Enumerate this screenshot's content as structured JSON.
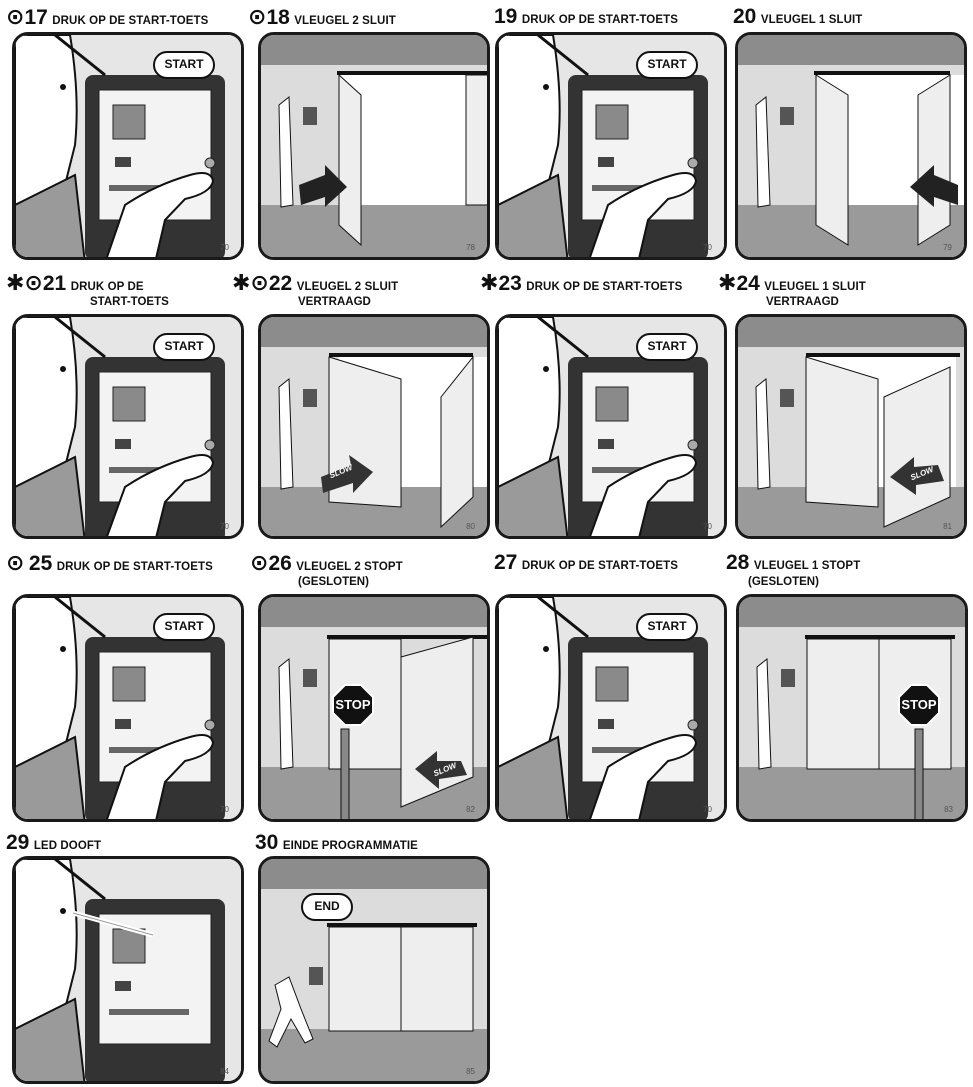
{
  "steps": [
    {
      "marks": "⊙",
      "num": "17",
      "text": "DRUK OP DE START-TOETS",
      "line2": "",
      "panel": "70",
      "bubble": "START"
    },
    {
      "marks": "⊙",
      "num": "18",
      "text": "VLEUGEL 2 SLUIT",
      "line2": "",
      "panel": "78"
    },
    {
      "marks": "",
      "num": "19",
      "text": "DRUK OP DE START-TOETS",
      "line2": "",
      "panel": "70",
      "bubble": "START"
    },
    {
      "marks": "",
      "num": "20",
      "text": "VLEUGEL 1 SLUIT",
      "line2": "",
      "panel": "79"
    },
    {
      "marks": "✱⊙",
      "num": "21",
      "text": "DRUK OP DE",
      "line2": "START-TOETS",
      "panel": "70",
      "bubble": "START"
    },
    {
      "marks": "✱⊙",
      "num": "22",
      "text": "VLEUGEL 2 SLUIT",
      "line2": "VERTRAAGD",
      "panel": "80",
      "arrow": "SLOW"
    },
    {
      "marks": "✱",
      "num": "23",
      "text": "DRUK OP DE START-TOETS",
      "line2": "",
      "panel": "70",
      "bubble": "START"
    },
    {
      "marks": "✱",
      "num": "24",
      "text": "VLEUGEL 1 SLUIT",
      "line2": "VERTRAAGD",
      "panel": "81",
      "arrow": "SLOW"
    },
    {
      "marks": "⊙",
      "num": "25",
      "text": "DRUK OP DE START-TOETS",
      "line2": "",
      "panel": "70",
      "bubble": "START"
    },
    {
      "marks": "⊙",
      "num": "26",
      "text": "VLEUGEL 2 STOPT",
      "line2": "(GESLOTEN)",
      "panel": "82",
      "sign": "STOP",
      "arrow": "SLOW"
    },
    {
      "marks": "",
      "num": "27",
      "text": "DRUK OP DE START-TOETS",
      "line2": "",
      "panel": "70",
      "bubble": "START"
    },
    {
      "marks": "",
      "num": "28",
      "text": "VLEUGEL 1 STOPT",
      "line2": "(GESLOTEN)",
      "panel": "83",
      "sign": "STOP"
    },
    {
      "marks": "",
      "num": "29",
      "text": "LED DOOFT",
      "line2": "",
      "panel": "84"
    },
    {
      "marks": "",
      "num": "30",
      "text": "EINDE PROGRAMMATIE",
      "line2": "",
      "panel": "85",
      "bubble": "END"
    }
  ]
}
